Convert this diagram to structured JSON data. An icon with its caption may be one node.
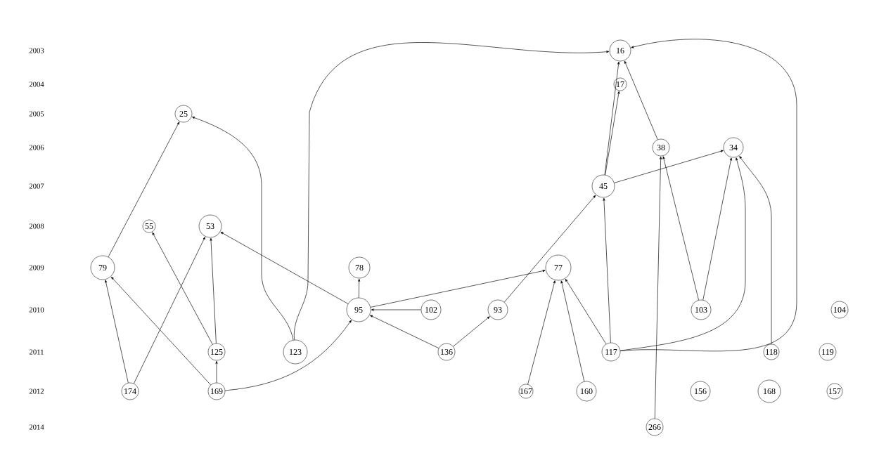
{
  "diagram": {
    "nodes": [
      {
        "text": [
          "16"
        ]
      },
      {
        "text": [
          "17"
        ]
      },
      {
        "text": [
          "25"
        ]
      },
      {
        "text": [
          "38"
        ]
      },
      {
        "text": [
          "34"
        ]
      },
      {
        "text": [
          "45"
        ]
      },
      {
        "text": [
          "55"
        ]
      },
      {
        "text": [
          "53"
        ]
      },
      {
        "text": [
          "79"
        ]
      },
      {
        "text": [
          "78"
        ]
      },
      {
        "text": [
          "77"
        ]
      },
      {
        "text": [
          "95"
        ]
      },
      {
        "text": [
          "102"
        ]
      },
      {
        "text": [
          "93"
        ]
      },
      {
        "text": [
          "103"
        ]
      },
      {
        "text": [
          "104"
        ]
      },
      {
        "text": [
          "125"
        ]
      },
      {
        "text": [
          "123"
        ]
      },
      {
        "text": [
          "136"
        ]
      },
      {
        "text": [
          "117"
        ]
      },
      {
        "text": [
          "118"
        ]
      },
      {
        "text": [
          "119"
        ]
      },
      {
        "text": [
          "174"
        ]
      },
      {
        "text": [
          "169"
        ]
      },
      {
        "text": [
          "167"
        ]
      },
      {
        "text": [
          "160"
        ]
      },
      {
        "text": [
          "156"
        ]
      },
      {
        "text": [
          "168"
        ]
      },
      {
        "text": [
          "157"
        ]
      },
      {
        "text": [
          "266"
        ]
      }
    ],
    "edges": [
      {
        "from": 8,
        "to": 2,
        "arrow": "to"
      },
      {
        "from": 17,
        "to": 2,
        "arrow": "to"
      },
      {
        "from": 17,
        "to": 0,
        "arrow": "to"
      },
      {
        "from": 11,
        "to": 7,
        "arrow": "to"
      },
      {
        "from": 16,
        "to": 6,
        "arrow": "to"
      },
      {
        "from": 16,
        "to": 7,
        "arrow": "to"
      },
      {
        "from": 23,
        "to": 16,
        "arrow": "to"
      },
      {
        "from": 22,
        "to": 8,
        "arrow": "to"
      },
      {
        "from": 22,
        "to": 7,
        "arrow": "to"
      },
      {
        "from": 23,
        "to": 8,
        "arrow": "to"
      },
      {
        "from": 23,
        "to": 11,
        "arrow": "to"
      },
      {
        "from": 11,
        "to": 9,
        "arrow": "to"
      },
      {
        "from": 12,
        "to": 11,
        "arrow": "to"
      },
      {
        "from": 11,
        "to": 10,
        "arrow": "to"
      },
      {
        "from": 18,
        "to": 11,
        "arrow": "to"
      },
      {
        "from": 18,
        "to": 13,
        "arrow": "to"
      },
      {
        "from": 13,
        "to": 5,
        "arrow": "to"
      },
      {
        "from": 24,
        "to": 10,
        "arrow": "to"
      },
      {
        "from": 25,
        "to": 10,
        "arrow": "to"
      },
      {
        "from": 19,
        "to": 10,
        "arrow": "to"
      },
      {
        "from": 19,
        "to": 5,
        "arrow": "to"
      },
      {
        "from": 5,
        "to": 0,
        "arrow": "to"
      },
      {
        "from": 5,
        "to": 1,
        "arrow": "to"
      },
      {
        "from": 5,
        "to": 4,
        "arrow": "to"
      },
      {
        "from": 3,
        "to": 0,
        "arrow": "to"
      },
      {
        "from": 29,
        "to": 3,
        "arrow": "to"
      },
      {
        "from": 14,
        "to": 3,
        "arrow": "to"
      },
      {
        "from": 14,
        "to": 4,
        "arrow": "to"
      },
      {
        "from": 19,
        "to": 4,
        "arrow": "to"
      },
      {
        "from": 20,
        "to": 4,
        "arrow": "to"
      },
      {
        "from": 19,
        "to": 0,
        "arrow": "to"
      }
    ],
    "labels": [
      "2003",
      "2004",
      "2005",
      "2006",
      "2007",
      "2008",
      "2009",
      "2010",
      "2011",
      "2012",
      "2014"
    ]
  }
}
